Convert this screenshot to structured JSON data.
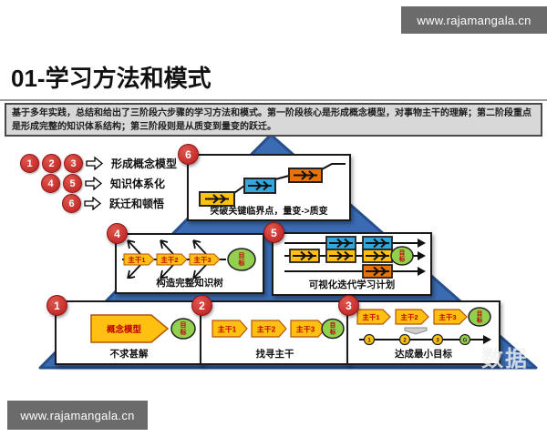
{
  "banner": {
    "top_right": "www.rajamangala.cn",
    "bottom_left": "www.rajamangala.cn"
  },
  "title": "01-学习方法和模式",
  "description": "基于多年实践，总结和给出了三阶段六步骤的学习方法和模式。第一阶段核心是形成概念模型，对事物主干的理解；第二阶段重点是形成完整的知识体系结构；第三阶段则是从质变到量变的跃迁。",
  "legend": {
    "rows": [
      {
        "numbers": [
          "1",
          "2",
          "3"
        ],
        "label": "形成概念模型"
      },
      {
        "numbers": [
          "4",
          "5"
        ],
        "label": "知识体系化"
      },
      {
        "numbers": [
          "6"
        ],
        "label": "跃迁和顿悟"
      }
    ]
  },
  "stages": {
    "s1": {
      "number": "1",
      "caption": "不求甚解",
      "model_label": "概念模型",
      "goal_top": "目",
      "goal_bottom": "标"
    },
    "s2": {
      "number": "2",
      "caption": "找寻主干",
      "trunks": [
        "主干1",
        "主干2",
        "主干3"
      ],
      "goal_top": "目",
      "goal_bottom": "标"
    },
    "s3": {
      "number": "3",
      "caption": "达成最小目标",
      "trunks": [
        "主干1",
        "主干2",
        "主干3"
      ],
      "milestones": [
        "1",
        "2",
        "3",
        "G"
      ],
      "goal_top": "目",
      "goal_bottom": "标"
    },
    "s4": {
      "number": "4",
      "caption": "构造完整知识树",
      "trunks": [
        "主干1",
        "主干2",
        "主干3"
      ],
      "goal_top": "目",
      "goal_bottom": "标"
    },
    "s5": {
      "number": "5",
      "caption": "可视化迭代学习计划",
      "goal_top": "目",
      "goal_bottom": "标"
    },
    "s6": {
      "number": "6",
      "caption": "突破关键临界点，量变->质变"
    }
  },
  "watermark": "数据",
  "colors": {
    "pyramid_blue": "#3b6bb2",
    "circle_red": "#b91d1d",
    "bar_yellow": "#ffc012",
    "bar_cyan": "#2fa8e0",
    "bar_orange": "#e8730b",
    "goal_green": "#92d050",
    "label_red": "#c00000",
    "banner_gray": "#6b6b6b",
    "desc_gray": "#d8d8d8"
  }
}
